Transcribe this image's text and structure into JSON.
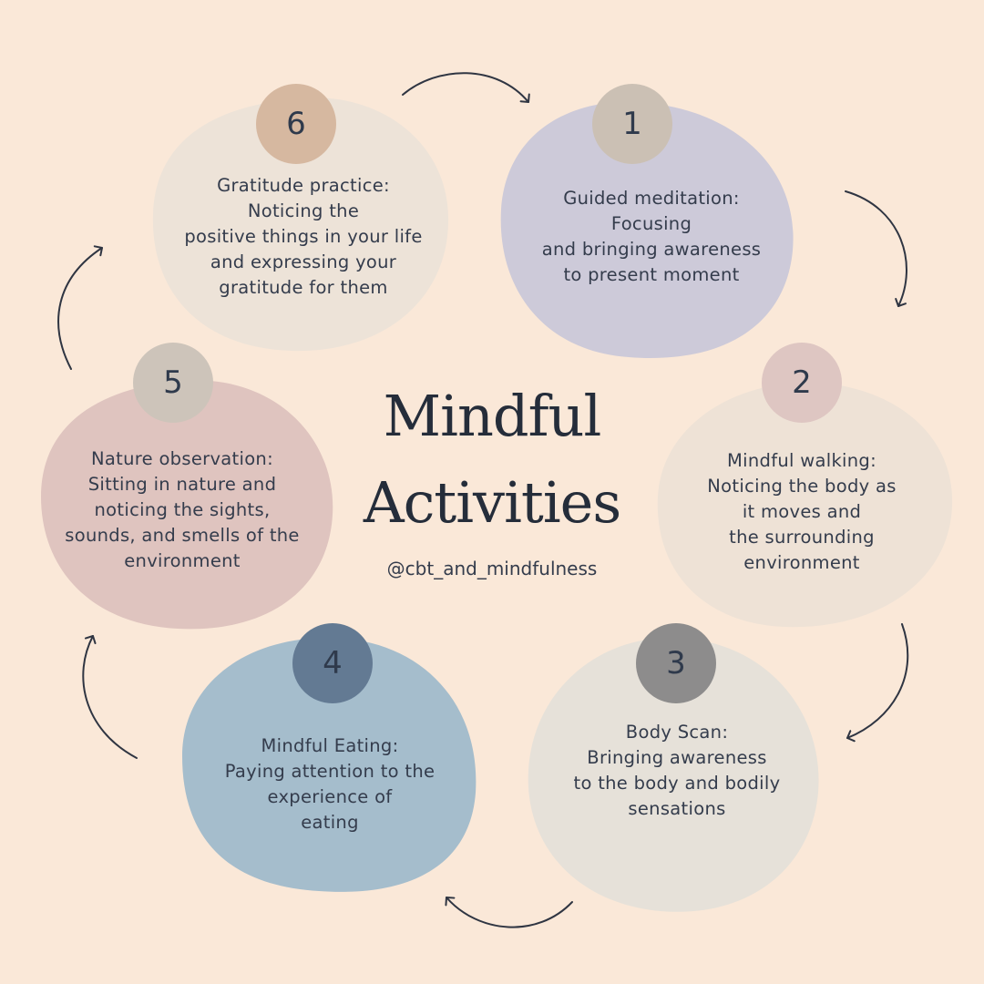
{
  "title": {
    "line1": "Mindful",
    "line2": "Activities"
  },
  "handle": "@cbt_and_mindfulness",
  "colors": {
    "background": "#fae8d8",
    "text": "#343c4c",
    "arrow": "#2f3542"
  },
  "steps": [
    {
      "number": "1",
      "heading": "Guided meditation:",
      "lines": [
        "Focusing",
        "and bringing awareness",
        "to present moment"
      ],
      "blob_color": "#cdcad9",
      "circle_color": "#cbc0b4"
    },
    {
      "number": "2",
      "heading": "Mindful walking:",
      "lines": [
        "Noticing the body as",
        "it moves and",
        "the surrounding",
        "environment"
      ],
      "blob_color": "#eee2d6",
      "circle_color": "#dec6c2"
    },
    {
      "number": "3",
      "heading": "Body Scan:",
      "lines": [
        "Bringing awareness",
        "to the body and bodily",
        "sensations"
      ],
      "blob_color": "#e6e1d9",
      "circle_color": "#8d8c8c"
    },
    {
      "number": "4",
      "heading": "Mindful Eating:",
      "lines": [
        "Paying attention to the",
        "experience of",
        "eating"
      ],
      "blob_color": "#a5bdcc",
      "circle_color": "#637a93"
    },
    {
      "number": "5",
      "heading": "Nature observation:",
      "lines": [
        "Sitting in nature and",
        "noticing the sights,",
        "sounds, and smells of the",
        "environment"
      ],
      "blob_color": "#dfc4bf",
      "circle_color": "#cdc4ba"
    },
    {
      "number": "6",
      "heading": "Gratitude practice:",
      "lines": [
        "Noticing the",
        "positive things in your life",
        "and expressing your",
        "gratitude for them"
      ],
      "blob_color": "#ede3d8",
      "circle_color": "#d6b8a0"
    }
  ]
}
